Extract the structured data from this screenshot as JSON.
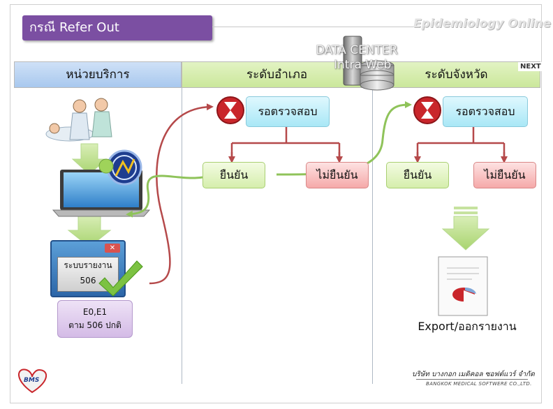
{
  "title": "กรณี Refer Out",
  "brand": "Epidemiology Online",
  "datacenter": {
    "line1": "DATA CENTER",
    "line2": "Intra Web"
  },
  "columns": {
    "service": "หน่วยบริการ",
    "district": "ระดับอำเภอ",
    "province": "ระดับจังหวัด"
  },
  "next": "NEXT",
  "district_flow": {
    "wait": "รอตรวจสอบ",
    "confirm": "ยืนยัน",
    "reject": "ไม่ยืนยัน"
  },
  "province_flow": {
    "wait": "รอตรวจสอบ",
    "confirm": "ยืนยัน",
    "reject": "ไม่ยืนยัน"
  },
  "report_window": {
    "line1": "ระบบรายงาน",
    "line2": "506"
  },
  "note": {
    "line1": "E0,E1",
    "line2": "ตาม 506 ปกติ"
  },
  "export_label": "Export/ออกรายงาน",
  "footer": {
    "company_th": "บริษัท บางกอก เมดิคอล ซอฟต์แวร์ จำกัด",
    "company_en": "BANGKOK MEDICAL SOFTWERE CO.,LTD."
  },
  "logo_text": "BMS",
  "colors": {
    "title_bg": "#7b4fa2",
    "arrow_red": "#b5494a",
    "arrow_green": "#8fc35a",
    "hourglass_red": "#c9262b"
  }
}
